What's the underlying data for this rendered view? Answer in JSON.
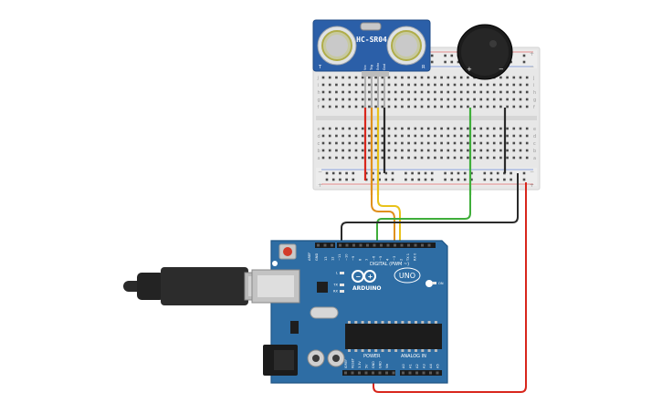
{
  "sensor": {
    "label": "HC-SR04",
    "pins": [
      "Vcc",
      "Trig",
      "Echo",
      "Gnd"
    ]
  },
  "buzzer": {
    "plus": "+",
    "minus": "−"
  },
  "breadboard": {
    "row_letters_top": [
      "j",
      "i",
      "h",
      "g",
      "f"
    ],
    "row_letters_bottom": [
      "e",
      "d",
      "c",
      "b",
      "a"
    ],
    "rail_plus": "+",
    "rail_minus": "−"
  },
  "arduino": {
    "brand": "ARDUINO",
    "model": "UNO",
    "digital_label": "DIGITAL (PWM ~)",
    "power_label": "POWER",
    "analog_label": "ANALOG IN",
    "aref": "AREF",
    "gnd": "GND",
    "digital_pins": [
      "13",
      "12",
      "~11",
      "~10",
      "~9",
      "8",
      "7",
      "~6",
      "~5",
      "4",
      "~3",
      "2",
      "TX 1",
      "RX 0"
    ],
    "power_pins": [
      "IOREF",
      "RESET",
      "3.3V",
      "5V",
      "GND",
      "GND",
      "Vin"
    ],
    "analog_pins": [
      "A0",
      "A1",
      "A2",
      "A3",
      "A4",
      "A5"
    ],
    "led_labels": [
      "L",
      "TX",
      "RX"
    ],
    "on_label": "ON"
  },
  "wire_colors": {
    "red": "#d8261c",
    "orange": "#e0901c",
    "yellow": "#e8c21a",
    "green": "#3fae3a",
    "black": "#2a2a2a"
  }
}
